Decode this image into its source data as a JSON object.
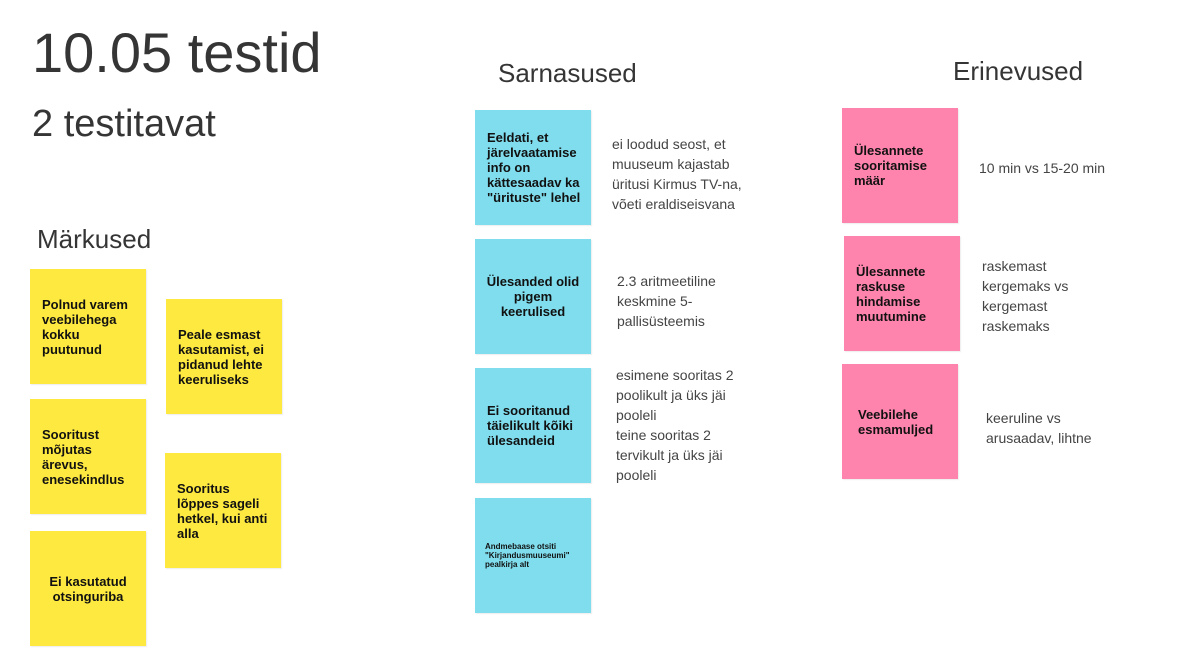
{
  "title": "10.05 testid",
  "subtitle": "2 testitavat",
  "columns": {
    "markused": "Märkused",
    "sarnasused": "Sarnasused",
    "erinevused": "Erinevused"
  },
  "markused_notes": [
    "Polnud varem veebilehega kokku puutunud",
    "Peale esmast kasutamist, ei pidanud lehte keeruliseks",
    "Sooritust mõjutas ärevus, enesekindlus",
    "Sooritus lõppes sageli hetkel, kui anti alla",
    "Ei kasutatud otsinguriba"
  ],
  "sarnasused_notes": [
    "Eeldati, et järelvaatamise info on kättesaadav ka \"ürituste\" lehel",
    "Ülesanded olid pigem keerulised",
    "Ei sooritanud täielikult kõiki ülesandeid",
    "Andmebaase otsiti \"Kirjandusmuuseumi\" pealkirja alt"
  ],
  "sarnasused_text": [
    [
      "ei loodud seost, et",
      "muuseum kajastab",
      "üritusi Kirmus TV-na,",
      "võeti eraldiseisvana"
    ],
    [
      "2.3 aritmeetiline",
      "keskmine 5-",
      "pallisüsteemis"
    ],
    [
      "esimene sooritas 2",
      "poolikult ja üks jäi",
      "pooleli",
      "teine sooritas 2",
      "tervikult ja üks jäi",
      "pooleli"
    ]
  ],
  "erinevused_notes": [
    "Ülesannete sooritamise määr",
    "Ülesannete raskuse hindamise muutumine",
    "Veebilehe esmamuljed"
  ],
  "erinevused_text": [
    [
      "10 min vs 15-20 min"
    ],
    [
      "raskemast",
      "kergemaks vs",
      "kergemast",
      "raskemaks"
    ],
    [
      "keeruline vs",
      "arusaadav, lihtne"
    ]
  ],
  "colors": {
    "yellow": "#fde93f",
    "cyan": "#7fdded",
    "pink": "#ff84ad"
  }
}
